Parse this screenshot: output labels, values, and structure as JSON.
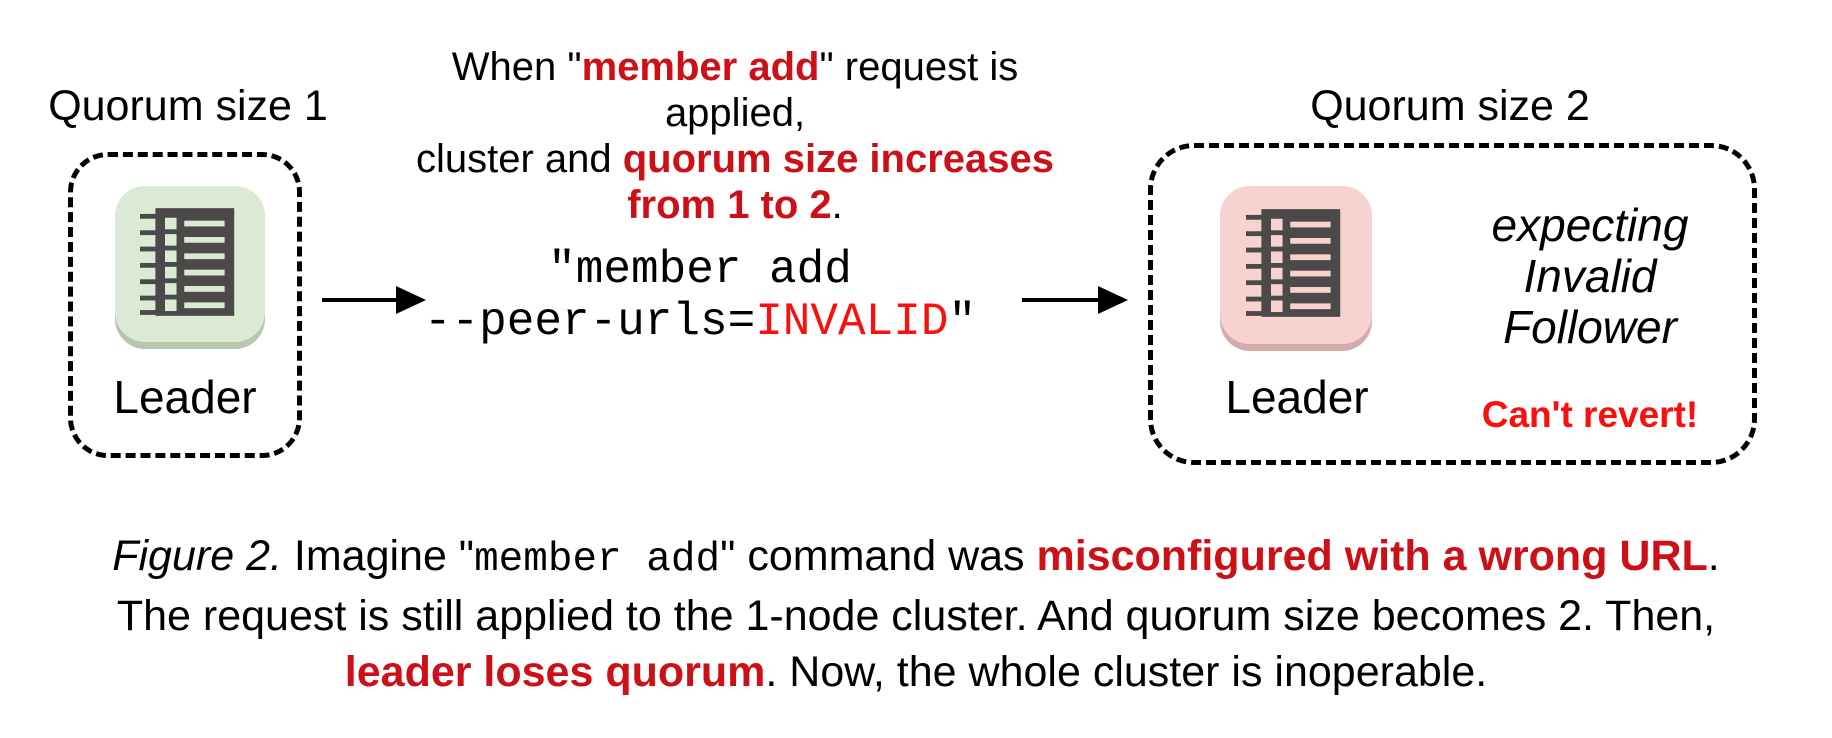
{
  "colors": {
    "ink": "#000000",
    "red-strong": "#cb1117",
    "red-bright": "#fa0f0c",
    "node-dark": "#4b494a",
    "green-bg": "#dbe9d5",
    "green-edge": "#b5c7ad",
    "pink-bg": "#f8d2d1",
    "pink-edge": "#d6acaa"
  },
  "top_note": {
    "l1a": "When \"",
    "l1b": "member add",
    "l1c": "\" request is applied,",
    "l2a": "cluster and ",
    "l2b": "quorum size increases",
    "l3a": "from 1 to 2",
    "l3b": "."
  },
  "left_cluster": {
    "title": "Quorum size 1",
    "node_label": "Leader"
  },
  "command": {
    "line1": "\"member add",
    "line2_pre": "--peer-urls=",
    "line2_invalid": "INVALID",
    "line2_post": "\""
  },
  "right_cluster": {
    "title": "Quorum size 2",
    "node_label": "Leader",
    "expecting_lines": [
      "expecting",
      "Invalid",
      "Follower"
    ],
    "warning": "Can't revert!"
  },
  "caption": {
    "fig": "Figure 2.",
    "s1": " Imagine \"",
    "s2": "member add",
    "s3": "\" command was ",
    "s4": "misconfigured with a wrong URL",
    "s5": ".",
    "line2": "The request is still applied to the 1-node cluster. And quorum size becomes 2. Then,",
    "s6": "leader loses quorum",
    "s7": ". Now, the whole cluster is inoperable."
  }
}
